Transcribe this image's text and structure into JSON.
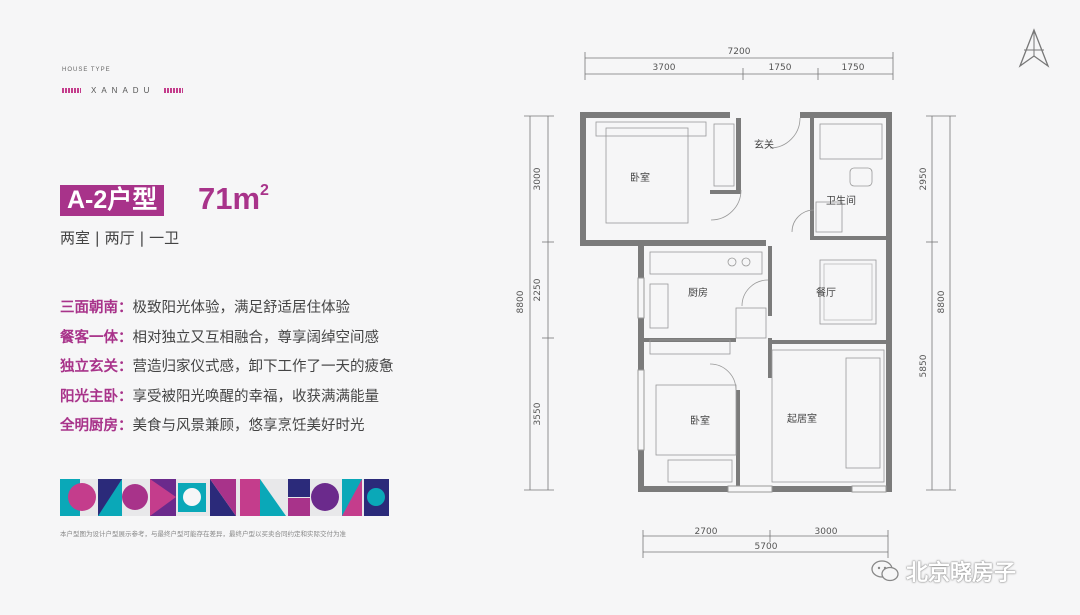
{
  "brand": {
    "small_label": "HOUSE TYPE",
    "name": "XANADU"
  },
  "title": {
    "type_label": "A-2户型",
    "area_value": "71m",
    "area_sup": "2"
  },
  "rooms_label": "两室 | 两厅 | 一卫",
  "features": [
    {
      "key": "三面朝南：",
      "value": "极致阳光体验，满足舒适居住体验"
    },
    {
      "key": "餐客一体：",
      "value": "相对独立又互相融合，尊享阔绰空间感"
    },
    {
      "key": "独立玄关：",
      "value": "营造归家仪式感，卸下工作了一天的疲惫"
    },
    {
      "key": "阳光主卧：",
      "value": "享受被阳光唤醒的幸福，收获满满能量"
    },
    {
      "key": "全明厨房：",
      "value": "美食与风景兼顾，悠享烹饪美好时光"
    }
  ],
  "disclaimer": "本户型图为设计户型展示参考，与最终户型可能存在差异，最终户型以买卖合同约定和实际交付为准",
  "plan": {
    "rooms": {
      "bedroom_top": "卧室",
      "entrance": "玄关",
      "bathroom": "卫生间",
      "kitchen": "厨房",
      "dining": "餐厅",
      "bedroom_bottom": "卧室",
      "living": "起居室"
    },
    "dims": {
      "top_total": "7200",
      "top_1": "3700",
      "top_2": "1750",
      "top_3": "1750",
      "left_total": "8800",
      "left_1": "3000",
      "left_2": "2250",
      "left_3": "3550",
      "right_total": "8800",
      "right_1": "2950",
      "right_2": "5850",
      "bottom_1": "2700",
      "bottom_2": "3000",
      "bottom_total": "5700"
    }
  },
  "watermark": {
    "text": "北京晓房子"
  },
  "colors": {
    "accent": "#a8338a",
    "wall": "#7b7b7b",
    "pattern_teal": "#0aa8b8",
    "pattern_purple": "#6b2a8c"
  },
  "icons": {
    "compass": "north-arrow-icon",
    "wechat": "wechat-icon"
  }
}
